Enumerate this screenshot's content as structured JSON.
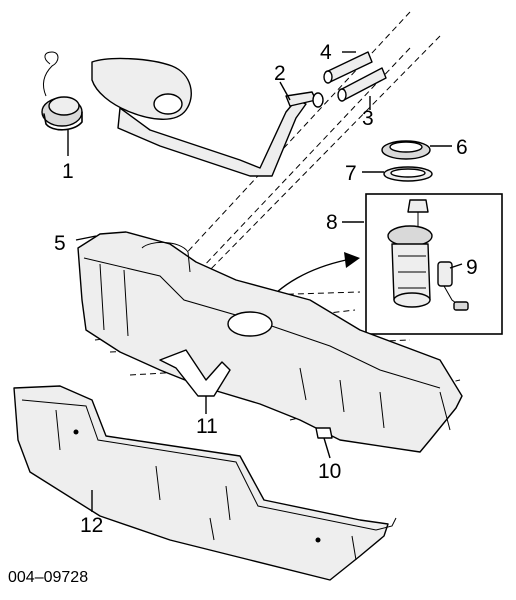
{
  "callouts": {
    "c1": "1",
    "c2": "2",
    "c3": "3",
    "c4": "4",
    "c5": "5",
    "c6": "6",
    "c7": "7",
    "c8": "8",
    "c9": "9",
    "c10": "10",
    "c11": "11",
    "c12": "12"
  },
  "figure_ref": "004–09728"
}
